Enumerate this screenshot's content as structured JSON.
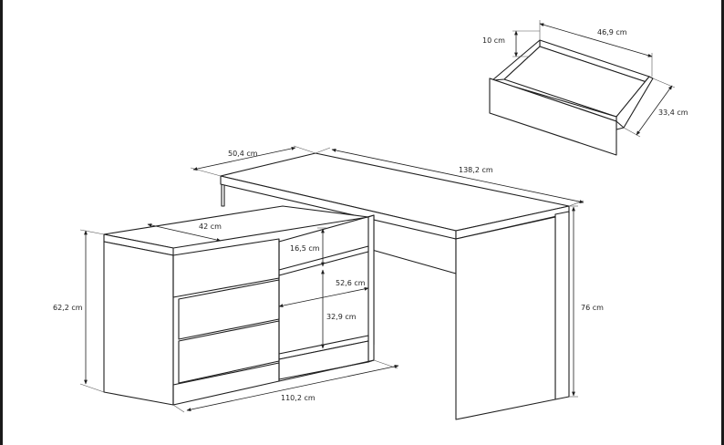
{
  "dimensions": {
    "drawer_width": "46,9 cm",
    "drawer_height": "10 cm",
    "drawer_depth": "33,4 cm",
    "desk_depth": "50,4 cm",
    "desk_length": "138,2 cm",
    "cabinet_depth": "42 cm",
    "shelf_gap": "16,5 cm",
    "shelf_width": "52,6 cm",
    "lower_shelf_gap": "32,9 cm",
    "cabinet_height": "62,2 cm",
    "desk_height": "76 cm",
    "cabinet_length": "110,2 cm"
  }
}
